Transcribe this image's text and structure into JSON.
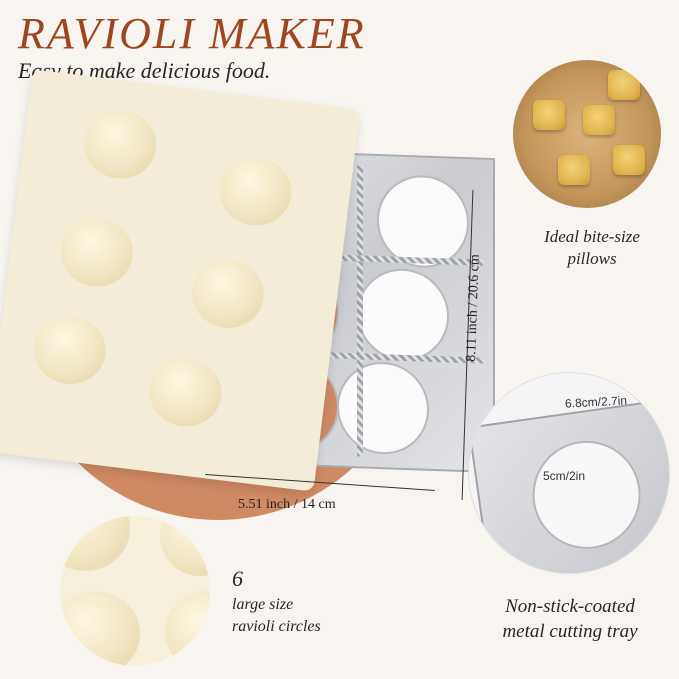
{
  "header": {
    "title": "RAVIOLI MAKER",
    "subtitle": "Easy to make delicious food."
  },
  "dimensions": {
    "width_label": "5.51 inch / 14 cm",
    "height_label": "8.11 inch / 20.6 cm"
  },
  "feature_pillows": {
    "caption_line1": "Ideal bite-size",
    "caption_line2": "pillows"
  },
  "feature_tray": {
    "outer_size": "6.8cm/2.7in",
    "inner_size": "5cm/2in",
    "caption_line1": "Non-stick-coated",
    "caption_line2": "metal cutting tray"
  },
  "feature_circles": {
    "count": "6",
    "caption_line1": "large size",
    "caption_line2": "ravioli circles"
  },
  "colors": {
    "title": "#a0461f",
    "accent_disc": "#cf8a63",
    "mold": "#f3ecd8",
    "tray": "#c9cbd0",
    "background": "#f8f5f1"
  }
}
